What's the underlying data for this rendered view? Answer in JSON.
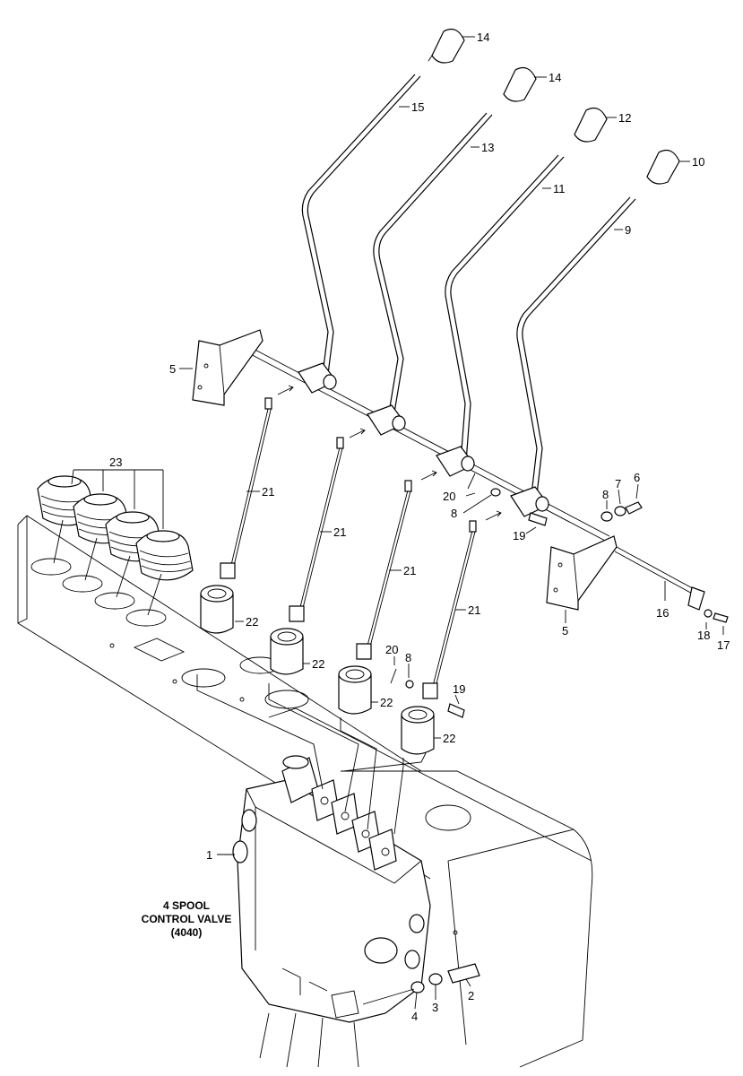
{
  "labels": {
    "l14a": "14",
    "l14b": "14",
    "l12": "12",
    "l10": "10",
    "l15": "15",
    "l13": "13",
    "l11": "11",
    "l9": "9",
    "l5a": "5",
    "l5b": "5",
    "l23": "23",
    "l21a": "21",
    "l21b": "21",
    "l21c": "21",
    "l21d": "21",
    "l22a": "22",
    "l22b": "22",
    "l22c": "22",
    "l22d": "22",
    "l20a": "20",
    "l20b": "20",
    "l8a": "8",
    "l8b": "8",
    "l8c": "8",
    "l7": "7",
    "l6": "6",
    "l19a": "19",
    "l19b": "19",
    "l16": "16",
    "l18": "18",
    "l17": "17",
    "l1": "1",
    "l2": "2",
    "l3": "3",
    "l4": "4"
  },
  "caption": {
    "line1": "4 SPOOL",
    "line2": "CONTROL VALVE",
    "line3": "(4040)"
  }
}
